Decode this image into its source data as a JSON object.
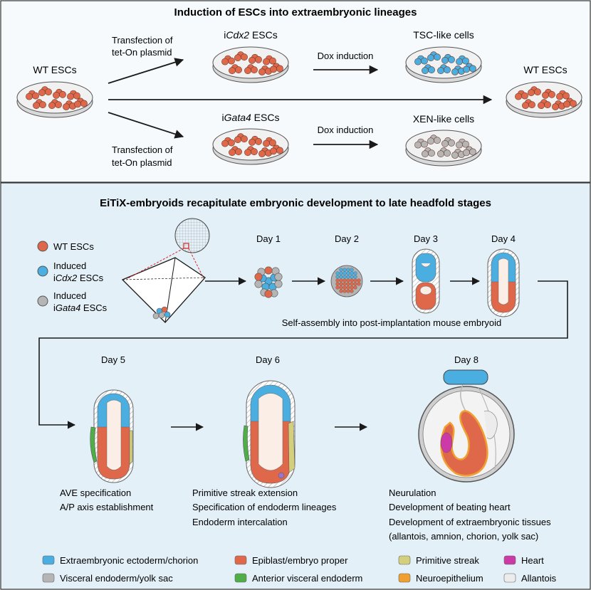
{
  "top_panel": {
    "title": "Induction of ESCs into extraembryonic lineages",
    "wt_left": "WT ESCs",
    "transfection_top": [
      "Transfection of",
      "tet-On plasmid"
    ],
    "transfection_bottom": [
      "Transfection of",
      "tet-On plasmid"
    ],
    "icdx2": {
      "prefix": "i",
      "gene": "Cdx2",
      "suffix": " ESCs"
    },
    "igata4": {
      "prefix": "i",
      "gene": "Gata4",
      "suffix": " ESCs"
    },
    "dox_top": "Dox induction",
    "dox_bottom": "Dox induction",
    "tsc": "TSC-like cells",
    "xen": "XEN-like cells",
    "wt_right": "WT ESCs"
  },
  "bottom_panel": {
    "title": "EiTiX-embryoids recapitulate embryonic development to late headfold stages",
    "cell_legend": {
      "wt": "WT ESCs",
      "cdx2_line1": "Induced",
      "cdx2": {
        "prefix": "i",
        "gene": "Cdx2",
        "suffix": " ESCs"
      },
      "gata4_line1": "Induced",
      "gata4": {
        "prefix": "i",
        "gene": "Gata4",
        "suffix": " ESCs"
      }
    },
    "days": [
      "Day 1",
      "Day 2",
      "Day 3",
      "Day 4",
      "Day 5",
      "Day 6",
      "Day 8"
    ],
    "self_assembly": "Self-assembly into post-implantation mouse embryoid",
    "day5_notes": [
      "AVE specification",
      "A/P axis establishment"
    ],
    "day6_notes": [
      "Primitive streak extension",
      "Specification of endoderm lineages",
      "Endoderm intercalation"
    ],
    "day8_notes": [
      "Neurulation",
      "Development of beating heart",
      "Development of extraembryonic tissues",
      "(allantois, amnion, chorion, yolk sac)"
    ]
  },
  "legend": [
    {
      "label": "Extraembryonic ectoderm/chorion",
      "color": "#4aaee0"
    },
    {
      "label": "Epiblast/embryo proper",
      "color": "#e0684a"
    },
    {
      "label": "Primitive streak",
      "color": "#d3cf7c"
    },
    {
      "label": "Heart",
      "color": "#cc3aa7"
    },
    {
      "label": "Visceral endoderm/yolk sac",
      "color": "#b5b5b5"
    },
    {
      "label": "Anterior visceral endoderm",
      "color": "#4fae48"
    },
    {
      "label": "Neuroepithelium",
      "color": "#f0a030"
    },
    {
      "label": "Allantois",
      "color": "#ececec"
    }
  ],
  "colors": {
    "top_bg": "#f6fafc",
    "bottom_bg": "#e3f0f7",
    "epiblast": "#e0684a",
    "extraembryonic": "#4aaee0",
    "visceral": "#b5b5b5",
    "ave": "#4fae48",
    "streak": "#d3cf7c",
    "heart": "#cc3aa7",
    "neuro": "#f0a030",
    "allantois": "#ececec"
  }
}
